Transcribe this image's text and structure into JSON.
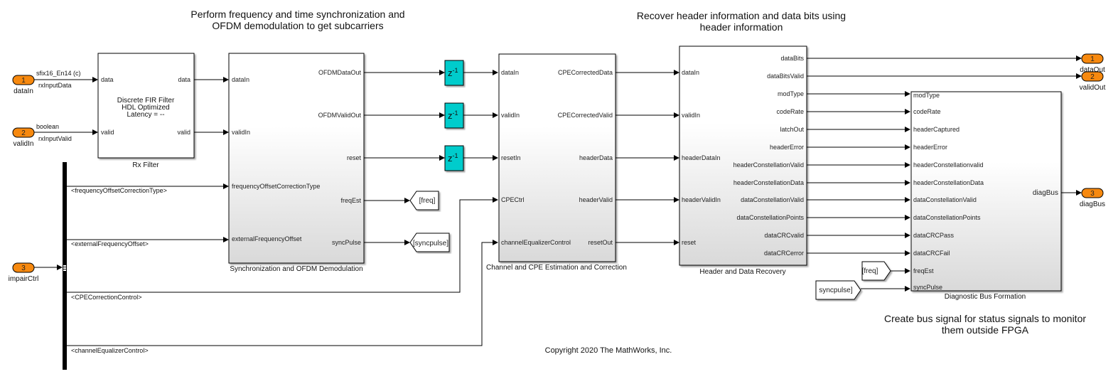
{
  "annotations": {
    "sync_line1": "Perform frequency and time synchronization and",
    "sync_line2": "OFDM demodulation to get subcarriers",
    "recover_line1": "Recover header information and data bits using",
    "recover_line2": "header information",
    "diag_line1": "Create bus signal for status signals to monitor",
    "diag_line2": "them outside FPGA",
    "copyright": "Copyright 2020 The MathWorks, Inc."
  },
  "colors": {
    "inport_fill": "#f7890f",
    "delay_fill": "#00cccc",
    "block_gradient_end": "#d9d9d9"
  },
  "inports": [
    {
      "number": "1",
      "name": "dataIn",
      "signal_type": "sfix16_En14 (c)",
      "signal_name": "rxInputData"
    },
    {
      "number": "2",
      "name": "validIn",
      "signal_type": "boolean",
      "signal_name": "rxInputValid"
    },
    {
      "number": "3",
      "name": "impairCtrl"
    }
  ],
  "outports": [
    {
      "number": "1",
      "name": "dataOut"
    },
    {
      "number": "2",
      "name": "validOut"
    },
    {
      "number": "3",
      "name": "diagBus"
    }
  ],
  "rx_filter": {
    "caption": "Rx Filter",
    "body_line1": "Discrete FIR Filter",
    "body_line2": "HDL Optimized",
    "body_line3": "Latency = --",
    "inputs": [
      "data",
      "valid"
    ],
    "outputs": [
      "data",
      "valid"
    ]
  },
  "bus_selector": {
    "signals": [
      "<frequencyOffsetCorrectionType>",
      "<externalFrequencyOffset>",
      "<CPECorrectionControl>",
      "<channelEqualizerControl>"
    ]
  },
  "sync_block": {
    "caption": "Synchronization and OFDM Demodulation",
    "inputs": [
      "dataIn",
      "validIn",
      "frequencyOffsetCorrectionType",
      "externalFrequencyOffset"
    ],
    "outputs": [
      "OFDMDataOut",
      "OFDMValidOut",
      "reset",
      "freqEst",
      "syncPulse"
    ]
  },
  "delays": {
    "label": "z",
    "exponent": "-1"
  },
  "gotos": {
    "freq": "[freq]",
    "syncpulse": "[syncpulse]"
  },
  "froms": {
    "freq": "[freq]",
    "syncpulse": "syncpulse]"
  },
  "channel_block": {
    "caption": "Channel and CPE Estimation and Correction",
    "inputs": [
      "dataIn",
      "validIn",
      "resetIn",
      "CPECtrl",
      "channelEqualizerControl"
    ],
    "outputs": [
      "CPECorrectedData",
      "CPECorrectedValid",
      "headerData",
      "headerValid",
      "resetOut"
    ]
  },
  "header_block": {
    "caption": "Header and Data Recovery",
    "inputs": [
      "dataIn",
      "validIn",
      "headerDataIn",
      "headerValidIn",
      "reset"
    ],
    "outputs": [
      "dataBits",
      "dataBitsValid",
      "modType",
      "codeRate",
      "latchOut",
      "headerError",
      "headerConstellationValid",
      "headerConstellationData",
      "dataConstellationValid",
      "dataConstellationPoints",
      "dataCRCvalid",
      "dataCRCerror"
    ]
  },
  "diag_block": {
    "caption": "Diagnostic Bus Formation",
    "inputs": [
      "modType",
      "codeRate",
      "headerCaptured",
      "headerError",
      "headerConstellationvalid",
      "headerConstellationData",
      "dataConstellationValid",
      "dataConstellationPoints",
      "dataCRCPass",
      "dataCRCFail",
      "freqEst",
      "syncPulse"
    ],
    "outputs": [
      "diagBus"
    ]
  }
}
